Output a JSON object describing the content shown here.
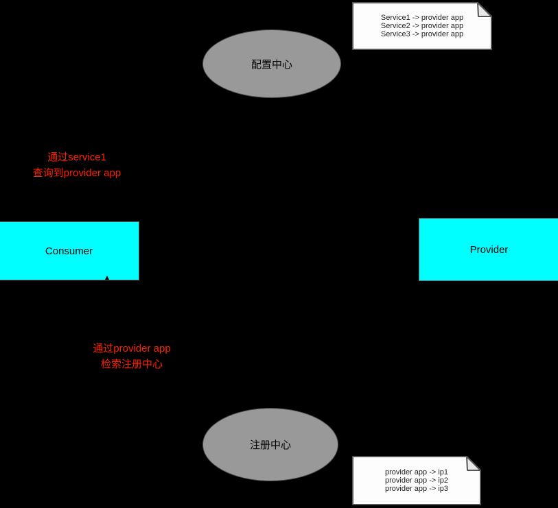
{
  "diagram": {
    "background_color": "#000000",
    "nodes": {
      "config_center": {
        "label": "配置中心",
        "shape": "ellipse",
        "fill": "#999999"
      },
      "registry_center": {
        "label": "注册中心",
        "shape": "ellipse",
        "fill": "#999999"
      },
      "consumer": {
        "label": "Consumer",
        "shape": "rectangle",
        "fill": "#00FFFF"
      },
      "provider": {
        "label": "Provider",
        "shape": "rectangle",
        "fill": "#00FFFF"
      }
    },
    "notes": {
      "config_mappings": {
        "lines": [
          "Service1 -> provider app",
          "Service2 -> provider app",
          "Service3 -> provider app"
        ]
      },
      "registry_mappings": {
        "lines": [
          "provider app -> ip1",
          "provider app -> ip2",
          "provider app -> ip3"
        ]
      }
    },
    "edge_labels": {
      "config_lookup": {
        "color": "#FF2200",
        "lines": [
          "通过service1",
          "查询到provider app"
        ]
      },
      "registry_lookup": {
        "color": "#FF2200",
        "lines": [
          "通过provider app",
          "检索注册中心"
        ]
      }
    }
  }
}
